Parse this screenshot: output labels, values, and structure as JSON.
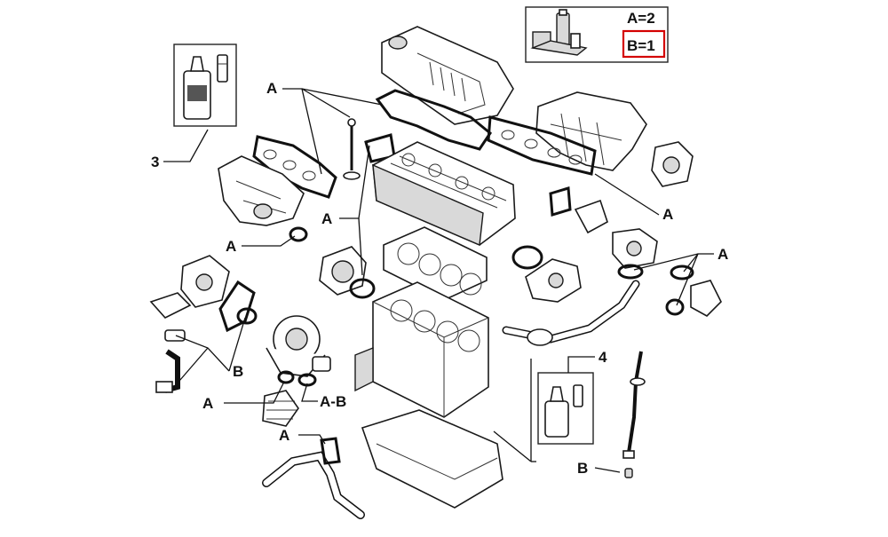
{
  "legend": {
    "line_a": "A=2",
    "line_b": "B=1",
    "highlight_color": "#d40000"
  },
  "callouts": {
    "a_valve_cover": "A",
    "a_intake_gasket": "A",
    "a_water_pump": "A",
    "a_exhaust_gasket": "A",
    "a_thermostat": "A",
    "a_turbo_oil": "A",
    "a_breather": "A",
    "a_pipe": "A",
    "ab_turbo": "A-B",
    "b_oil_line": "B",
    "b_dipstick": "B",
    "kit_3": "3",
    "kit_4": "4"
  }
}
